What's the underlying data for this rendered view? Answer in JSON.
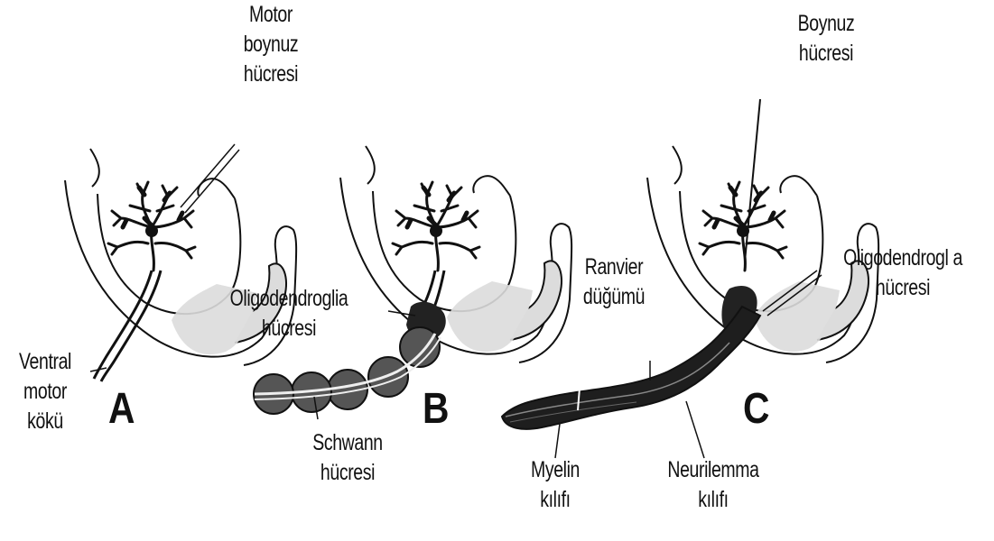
{
  "panels": [
    "A",
    "B",
    "C"
  ],
  "labels": {
    "motor_boynuz": [
      "Motor",
      "boynuz",
      "hücresi"
    ],
    "ventral": [
      "Ventral",
      "motor",
      "kökü"
    ],
    "oligo_b": [
      "Oligodendroglia",
      "hücresi"
    ],
    "schwann": [
      "Schwann",
      "hücresi"
    ],
    "ranvier": [
      "Ranvier",
      "düğümü"
    ],
    "boynuz_c": [
      "Boynuz",
      "hücresi"
    ],
    "oligo_c": [
      "Oligodendrogl a",
      "hücresi"
    ],
    "myelin": [
      "Myelin",
      "kılıfı"
    ],
    "neurilemma": [
      "Neurilemma",
      "kılıfı"
    ]
  },
  "colors": {
    "ink": "#111111",
    "shade": "#dcdcdc",
    "background": "#ffffff"
  }
}
